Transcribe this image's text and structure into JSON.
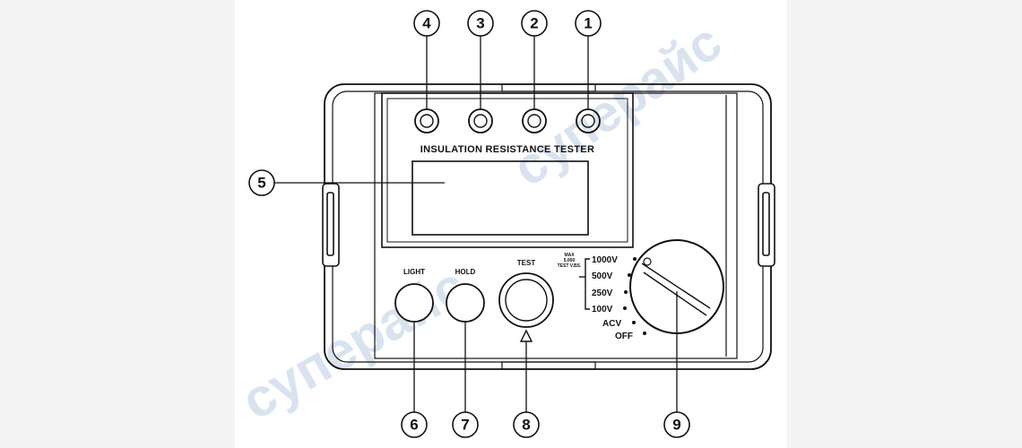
{
  "device": {
    "title": "INSULATION RESISTANCE TESTER",
    "buttons": {
      "light": "LIGHT",
      "hold": "HOLD",
      "test": "TEST"
    },
    "max_note": [
      "MAX",
      "5.000",
      "TEST V.BS."
    ],
    "ranges": [
      "1000V",
      "500V",
      "250V",
      "100V"
    ],
    "modes": [
      "ACV",
      "OFF"
    ],
    "warning_symbol": "warning-triangle"
  },
  "callouts": {
    "terminal_4": "4",
    "terminal_3": "3",
    "terminal_2": "2",
    "terminal_1": "1",
    "display": "5",
    "light_button": "6",
    "hold_button": "7",
    "test_button": "8",
    "rotary_switch": "9"
  },
  "watermark": {
    "text_1": "суперайс",
    "text_2": "суперайс"
  },
  "colors": {
    "line": "#111111",
    "background": "#f4f4f4",
    "panel": "#ffffff",
    "watermark": "#c9d8ea"
  }
}
